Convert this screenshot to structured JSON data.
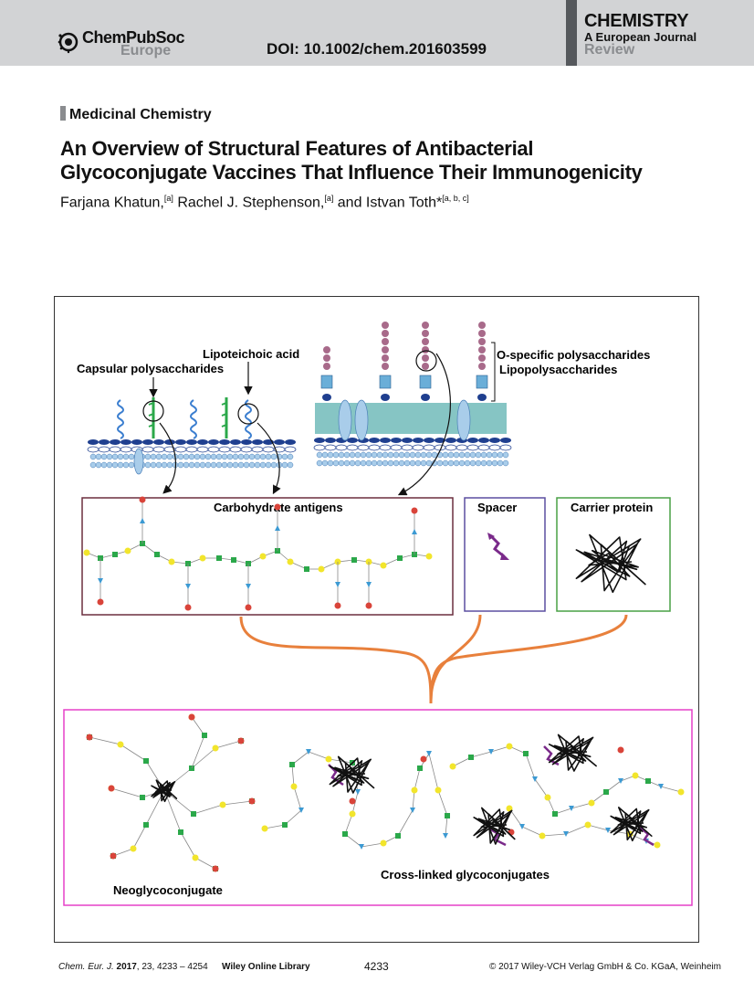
{
  "header": {
    "publisher_name": "ChemPubSoc",
    "publisher_sub": "Europe",
    "doi": "DOI: 10.1002/chem.201603599",
    "journal_title": "CHEMISTRY",
    "journal_sub_a": "A",
    "journal_sub_rest": "European Journal",
    "article_type": "Review"
  },
  "article": {
    "section": "Medicinal Chemistry",
    "title_line1": "An Overview of Structural Features of Antibacterial",
    "title_line2": "Glycoconjugate Vaccines That Influence Their Immunogenicity",
    "author1": "Farjana Khatun,",
    "author1_sup": "[a]",
    "author2": " Rachel J. Stephenson,",
    "author2_sup": "[a]",
    "author3": " and Istvan Toth*",
    "author3_sup": "[a, b, c]"
  },
  "figure": {
    "label_lipoteichoic": "Lipoteichoic acid",
    "label_capsular": "Capsular polysaccharides",
    "label_ospecific": "O-specific polysaccharides",
    "label_lps": "Lipopolysaccharides",
    "label_carb": "Carbohydrate antigens",
    "label_spacer": "Spacer",
    "label_carrier": "Carrier protein",
    "label_neo": "Neoglycoconjugate",
    "label_crosslinked": "Cross-linked glycoconjugates",
    "colors": {
      "bilayer": "#a9cdea",
      "bilayer_dark": "#1f3f8f",
      "lps_band": "#86c5c4",
      "green_ring": "#2ba84a",
      "yellow_ring": "#f2e52c",
      "red_ring": "#d9443a",
      "blue_tri": "#3c9ad3",
      "purple": "#7a2a8a",
      "orange": "#e8803c",
      "box_carb": "#6b2f3f",
      "box_spacer": "#5b4fa0",
      "box_carrier": "#48a045",
      "box_bottom": "#e640c8"
    }
  },
  "footer": {
    "citation_journal": "Chem. Eur. J.",
    "citation_year": "2017",
    "citation_rest": ", 23, 4233 – 4254",
    "library": "Wiley Online Library",
    "page": "4233",
    "copyright": "© 2017 Wiley-VCH Verlag GmbH & Co. KGaA, Weinheim"
  }
}
